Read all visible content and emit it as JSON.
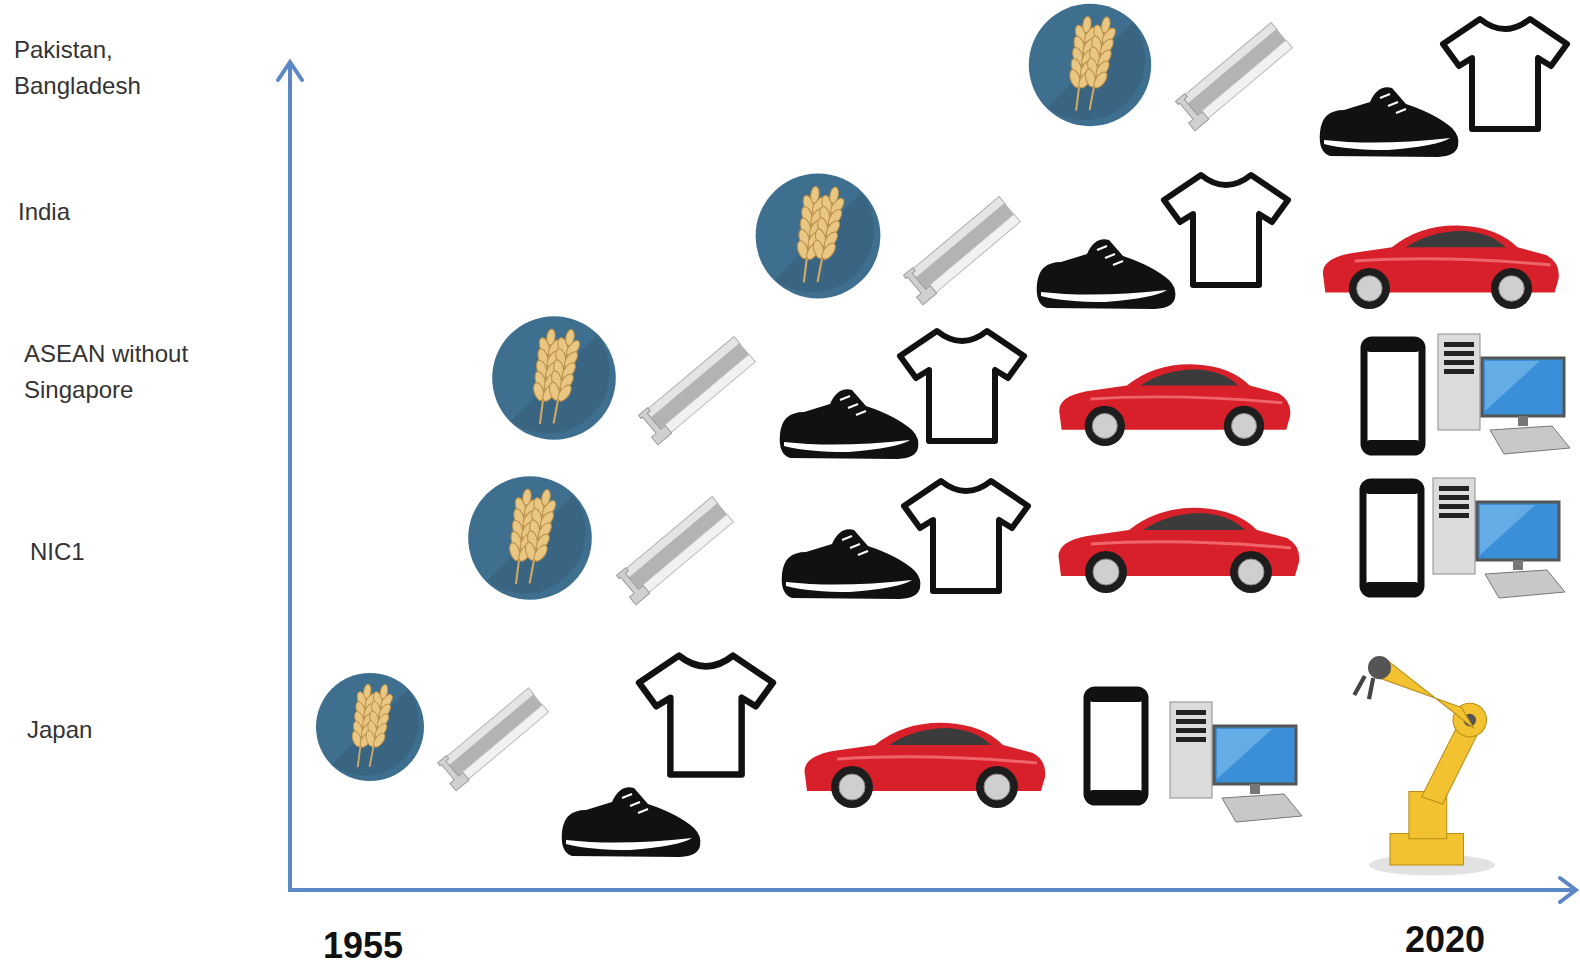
{
  "diagram": {
    "labels": [
      "Pakistan, Bangladesh",
      "India",
      "ASEAN without Singapore",
      "NIC1",
      "Japan",
      "1955",
      "2020"
    ]
  }
}
